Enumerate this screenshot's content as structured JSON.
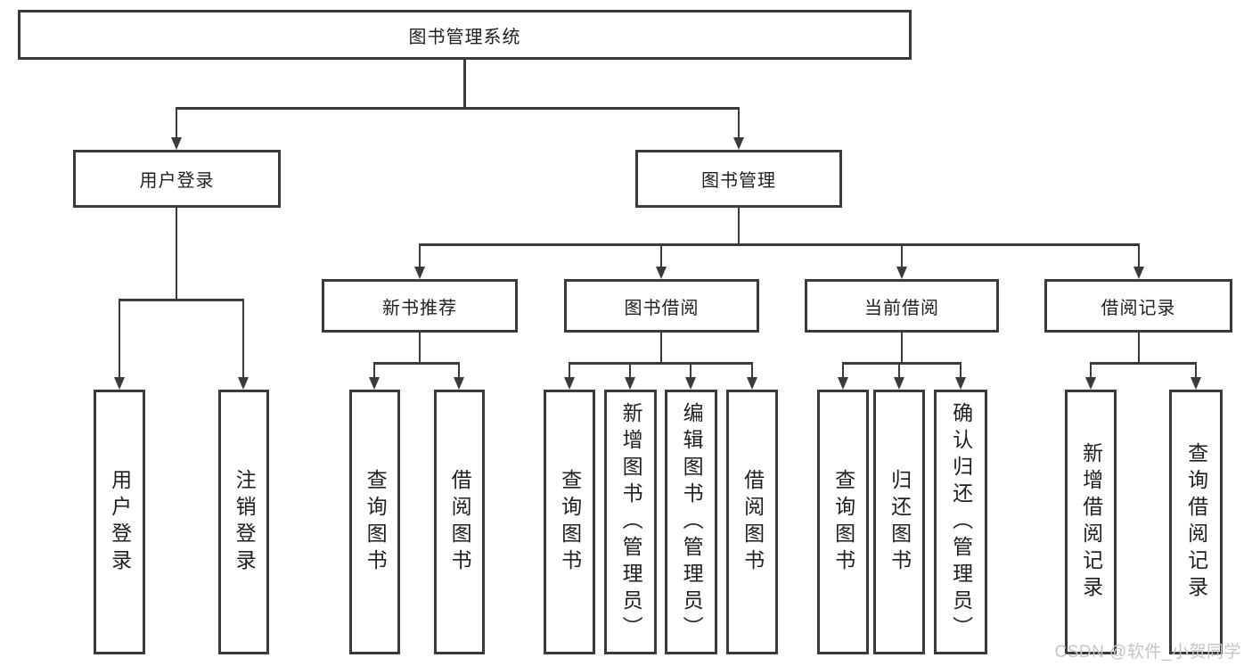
{
  "diagram": {
    "root": "图书管理系统",
    "level2": {
      "user_login": "用户登录",
      "book_mgmt": "图书管理"
    },
    "level3": {
      "new_book_rec": "新书推荐",
      "book_borrow": "图书借阅",
      "current_borrow": "当前借阅",
      "borrow_records": "借阅记录"
    },
    "leaves": {
      "user_login": "用户登录",
      "logout": "注销登录",
      "rec_query_book": "查询图书",
      "rec_borrow_book": "借阅图书",
      "bor_query_book": "查询图书",
      "bor_add_book": "新增图书（管理员）",
      "bor_edit_book": "编辑图书（管理员）",
      "bor_borrow_book": "借阅图书",
      "cur_query_book": "查询图书",
      "cur_return_book": "归还图书",
      "cur_confirm_return": "确认归还（管理员）",
      "log_add_record": "新增借阅记录",
      "log_query_record": "查询借阅记录"
    }
  },
  "watermark": "CSDN @软件_小贺同学",
  "colors": {
    "line": "#3a3a3a",
    "text": "#1f1f1f",
    "watermark": "#c4c4c4",
    "background": "#ffffff"
  }
}
